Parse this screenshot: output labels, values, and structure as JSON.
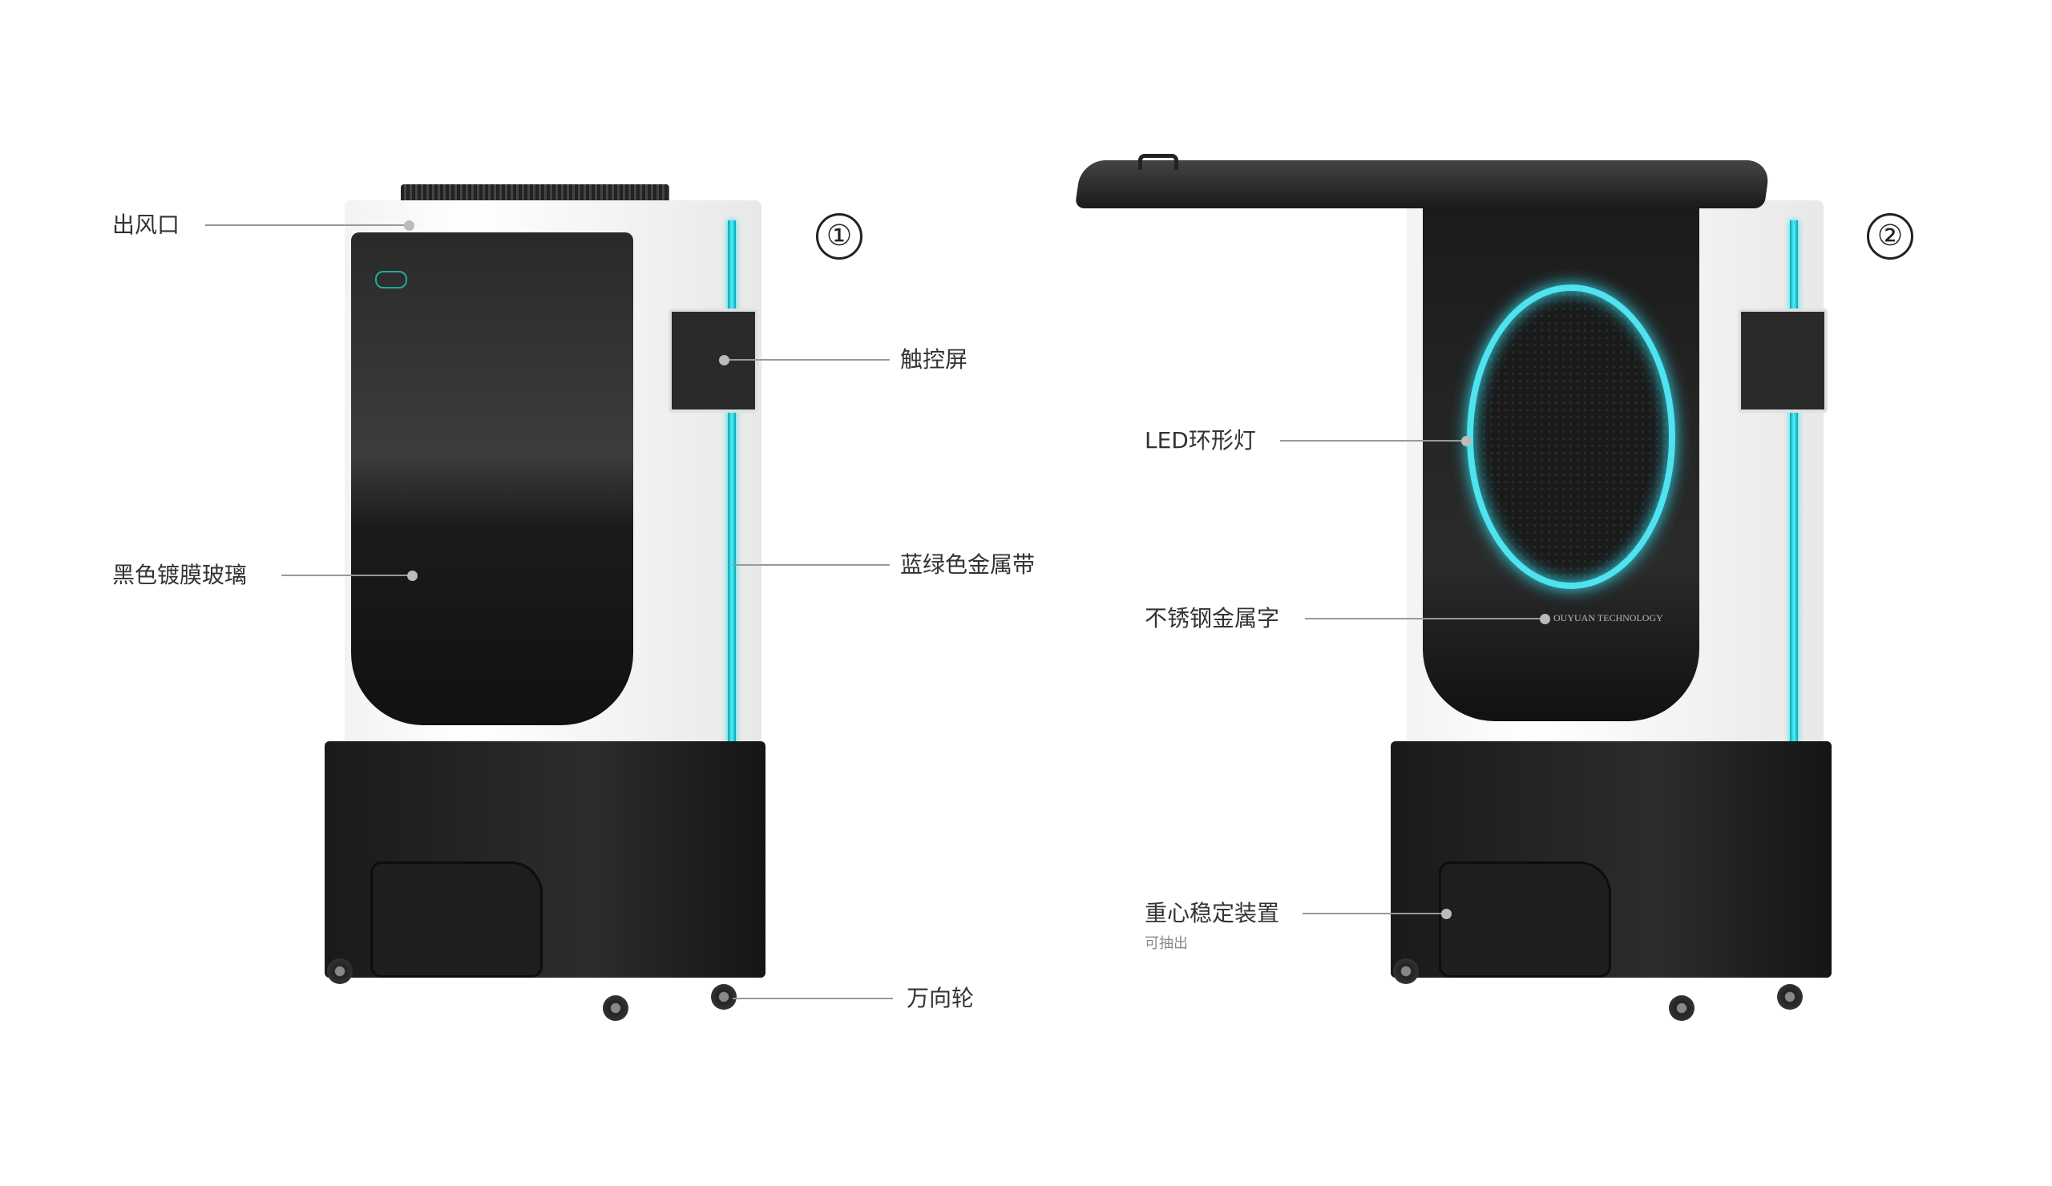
{
  "product_1": {
    "number": "①",
    "labels": {
      "air_outlet": "出风口",
      "touch_screen": "触控屏",
      "glass": "黑色镀膜玻璃",
      "metal_strip": "蓝绿色金属带",
      "casters": "万向轮"
    }
  },
  "product_2": {
    "number": "②",
    "labels": {
      "led_ring": "LED环形灯",
      "steel_letters": "不锈钢金属字",
      "stabilizer": "重心稳定装置",
      "stabilizer_note": "可抽出"
    },
    "brand_text": "OUYUAN TECHNOLOGY"
  },
  "colors": {
    "accent_strip": "#22d3e0",
    "led_ring": "#4fe3f0",
    "body": "#1e1e1e"
  }
}
